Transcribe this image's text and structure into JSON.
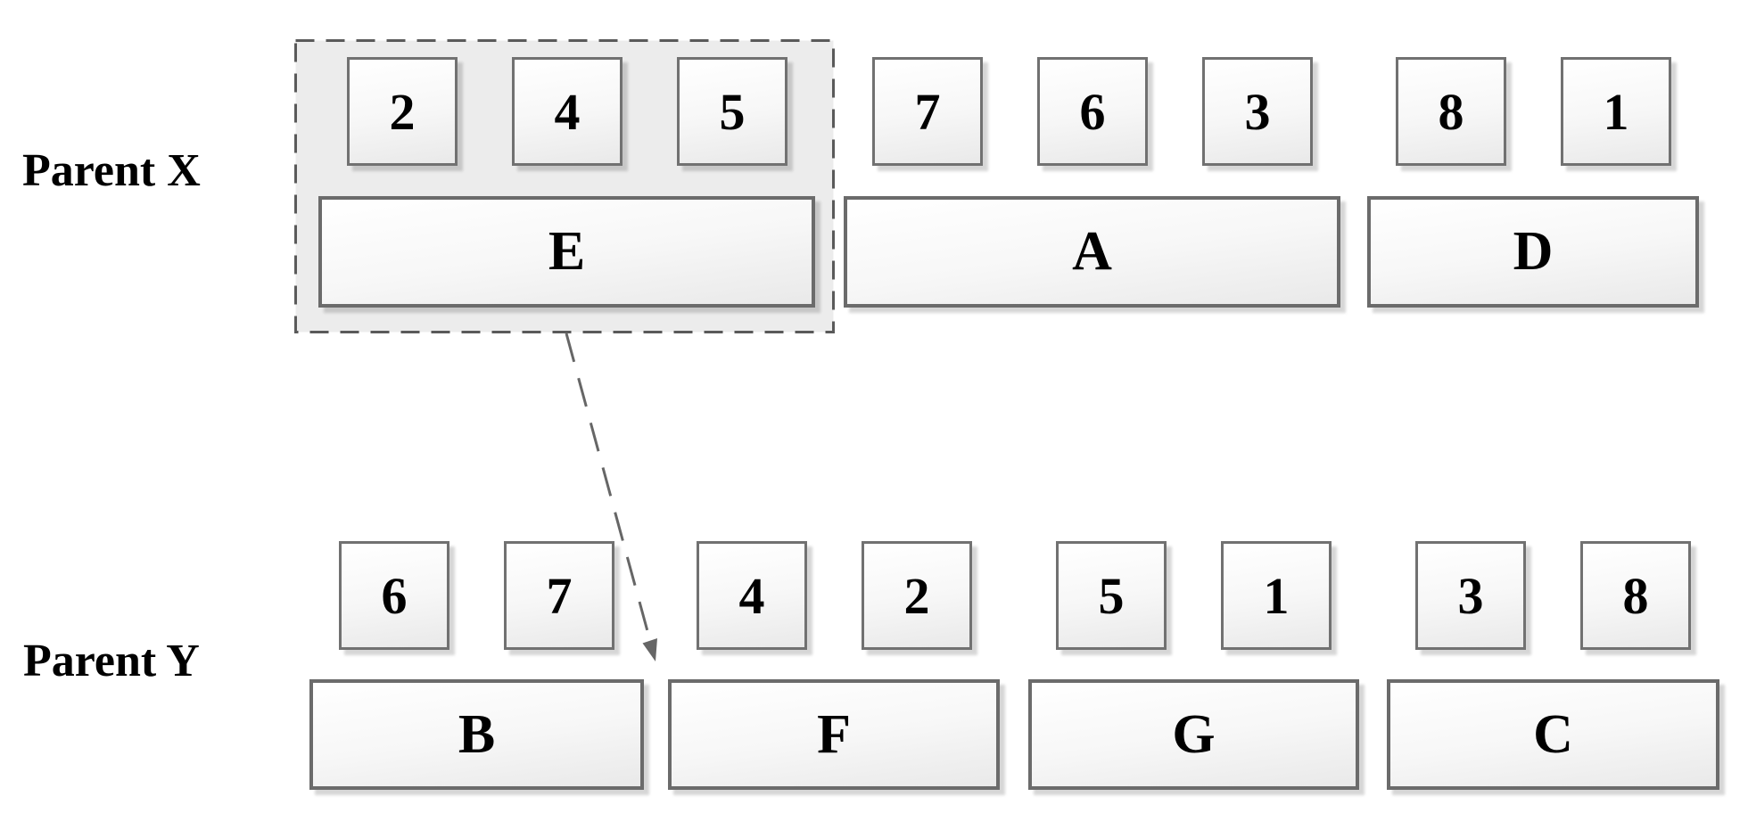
{
  "parent_x": {
    "label": "Parent X",
    "chromosomes": [
      {
        "name": "E",
        "tasks": [
          "2",
          "4",
          "5"
        ],
        "highlighted": true
      },
      {
        "name": "A",
        "tasks": [
          "7",
          "6",
          "3"
        ],
        "highlighted": false
      },
      {
        "name": "D",
        "tasks": [
          "8",
          "1"
        ],
        "highlighted": false
      }
    ]
  },
  "parent_y": {
    "label": "Parent Y",
    "chromosomes": [
      {
        "name": "B",
        "tasks": [
          "6",
          "7"
        ],
        "highlighted": false
      },
      {
        "name": "F",
        "tasks": [
          "4",
          "2"
        ],
        "highlighted": false
      },
      {
        "name": "G",
        "tasks": [
          "5",
          "1"
        ],
        "highlighted": false
      },
      {
        "name": "C",
        "tasks": [
          "3",
          "8"
        ],
        "highlighted": false
      }
    ]
  },
  "arrow": {
    "from": "E",
    "to": "F",
    "style": "dashed"
  },
  "colors": {
    "background": "#ffffff",
    "text": "#000000",
    "box_border": "#717171",
    "chromosome_border": "#6b6b6b",
    "box_fill_top": "#ffffff",
    "box_fill_bottom": "#e9e9e9",
    "dashed_group_fill": "#ececec",
    "dashed_group_border": "#5a5a5a",
    "arrow": "#666666"
  }
}
